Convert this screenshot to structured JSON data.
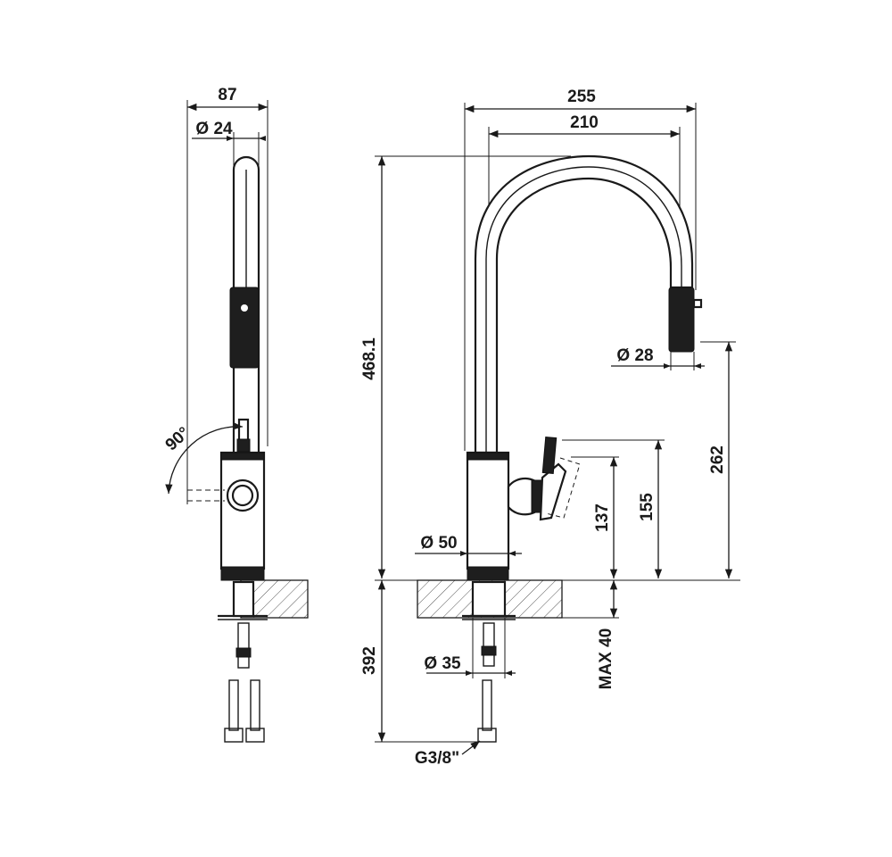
{
  "dimensions": {
    "side_width": "87",
    "side_diameter": "Ø 24",
    "rotation_angle": "90°",
    "total_width": "255",
    "spout_reach": "210",
    "total_height": "468.1",
    "head_diameter": "Ø 28",
    "spout_height": "262",
    "lever_height": "155",
    "lever_pivot_height": "137",
    "base_diameter": "Ø 50",
    "below_deck_length": "392",
    "shank_diameter": "Ø 35",
    "max_deck_thickness": "MAX 40",
    "connection_thread": "G3/8\""
  },
  "colors": {
    "line": "#1a1a1a",
    "background": "#ffffff",
    "knurled": "#1e1e1e"
  }
}
